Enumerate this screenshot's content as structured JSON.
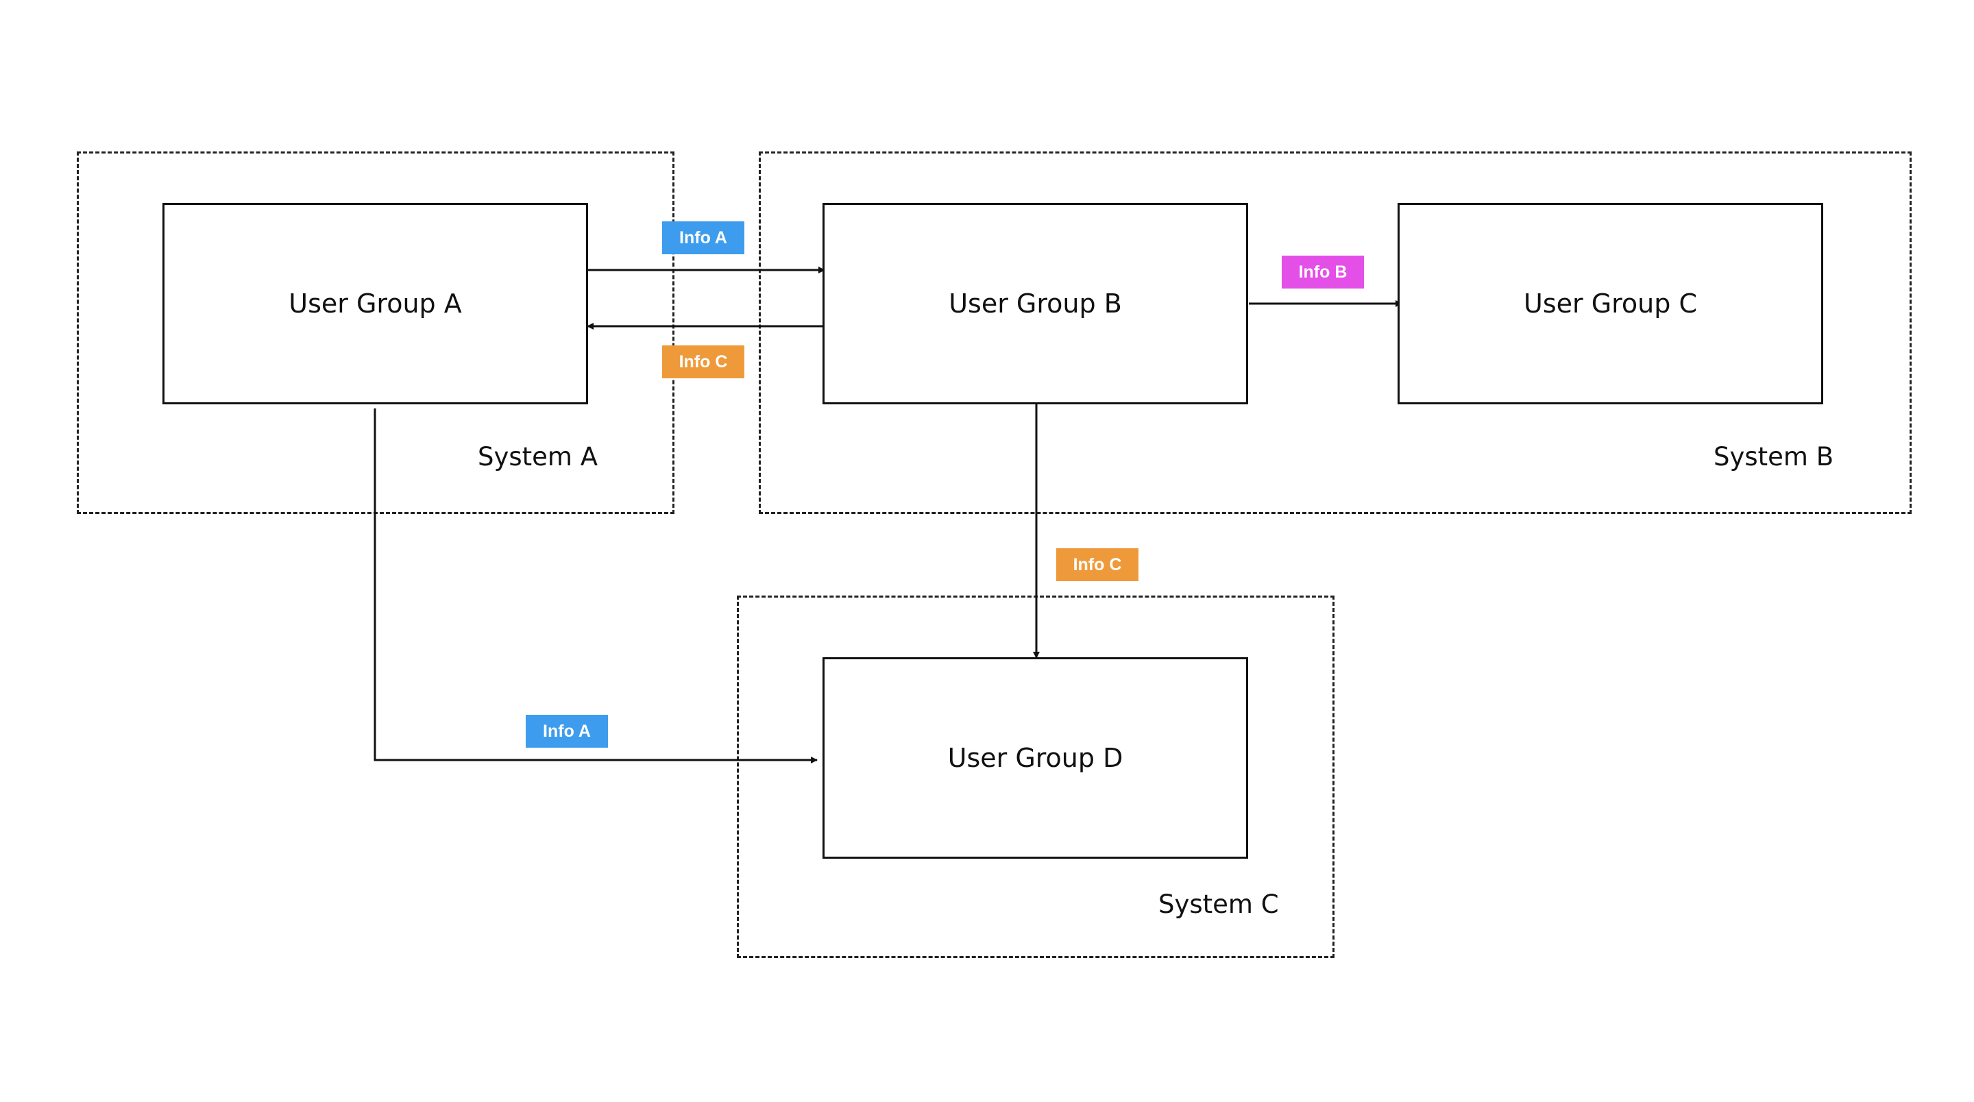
{
  "colors": {
    "info_a": "#3d9ced",
    "info_b": "#e44fe7",
    "info_c": "#ef9a3a",
    "line": "#111111",
    "background": "#ffffff"
  },
  "systems": [
    {
      "id": "system-a",
      "label": "System A"
    },
    {
      "id": "system-b",
      "label": "System B"
    },
    {
      "id": "system-c",
      "label": "System C"
    }
  ],
  "groups": [
    {
      "id": "user-group-a",
      "label": "User Group A"
    },
    {
      "id": "user-group-b",
      "label": "User Group B"
    },
    {
      "id": "user-group-c",
      "label": "User Group C"
    },
    {
      "id": "user-group-d",
      "label": "User Group D"
    }
  ],
  "flows": [
    {
      "from": "User Group A",
      "to": "User Group B",
      "label": "Info A",
      "color_key": "info_a"
    },
    {
      "from": "User Group B",
      "to": "User Group A",
      "label": "Info C",
      "color_key": "info_c"
    },
    {
      "from": "User Group B",
      "to": "User Group C",
      "label": "Info B",
      "color_key": "info_b"
    },
    {
      "from": "User Group B",
      "to": "User Group D",
      "label": "Info C",
      "color_key": "info_c"
    },
    {
      "from": "User Group A",
      "to": "User Group D",
      "label": "Info A",
      "color_key": "info_a"
    }
  ]
}
